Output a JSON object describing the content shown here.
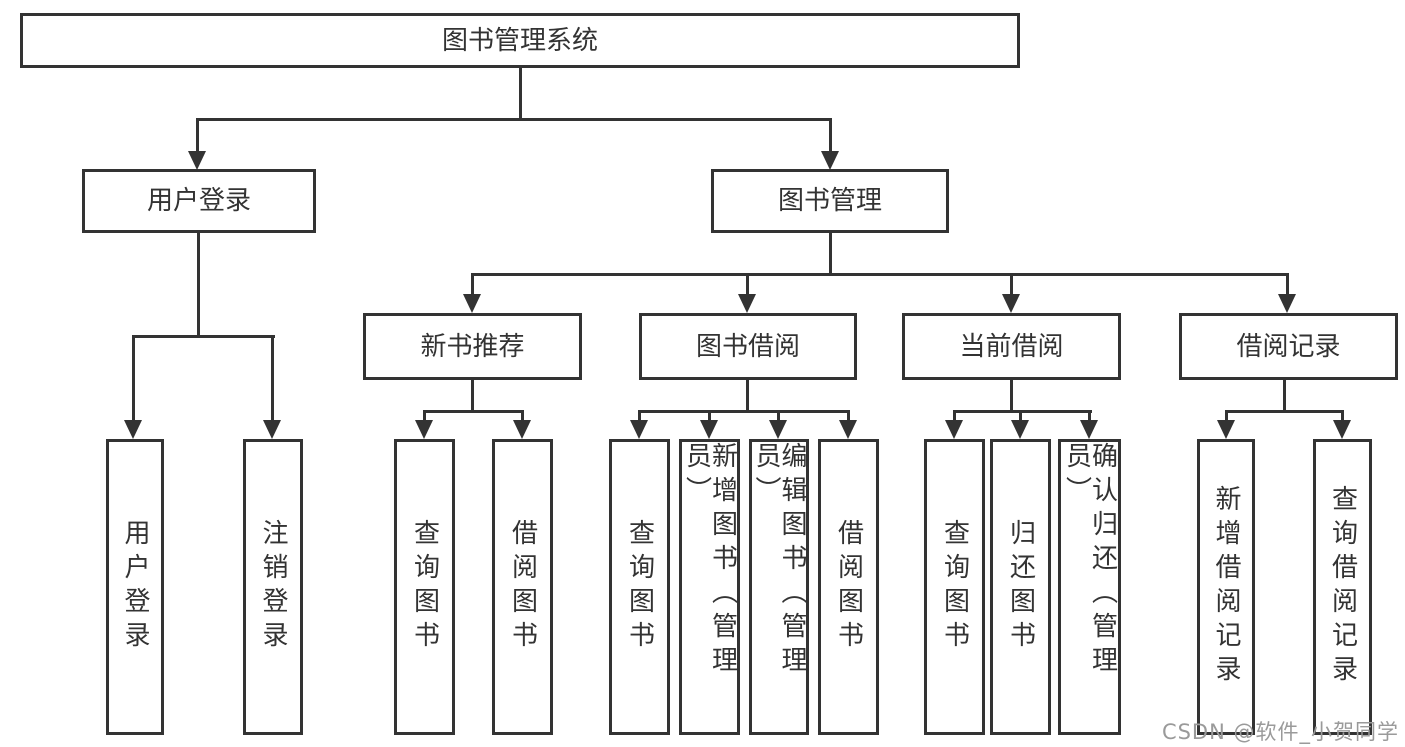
{
  "colors": {
    "line": "#333333",
    "text": "#333333",
    "box_background": "#ffffff",
    "watermark": "#9a9a9a"
  },
  "watermark": {
    "text": "CSDN @软件_小贺同学"
  },
  "tree": {
    "root": {
      "label": "图书管理系统"
    },
    "branches": [
      {
        "label": "用户登录",
        "children": [
          {
            "label": "用户登录"
          },
          {
            "label": "注销登录"
          }
        ]
      },
      {
        "label": "图书管理",
        "children": [
          {
            "label": "新书推荐",
            "children": [
              {
                "label": "查询图书"
              },
              {
                "label": "借阅图书"
              }
            ]
          },
          {
            "label": "图书借阅",
            "children": [
              {
                "label": "查询图书"
              },
              {
                "label": "新增图书（管理员）"
              },
              {
                "label": "编辑图书（管理员）"
              },
              {
                "label": "借阅图书"
              }
            ]
          },
          {
            "label": "当前借阅",
            "children": [
              {
                "label": "查询图书"
              },
              {
                "label": "归还图书"
              },
              {
                "label": "确认归还（管理员）"
              }
            ]
          },
          {
            "label": "借阅记录",
            "children": [
              {
                "label": "新增借阅记录"
              },
              {
                "label": "查询借阅记录"
              }
            ]
          }
        ]
      }
    ]
  }
}
